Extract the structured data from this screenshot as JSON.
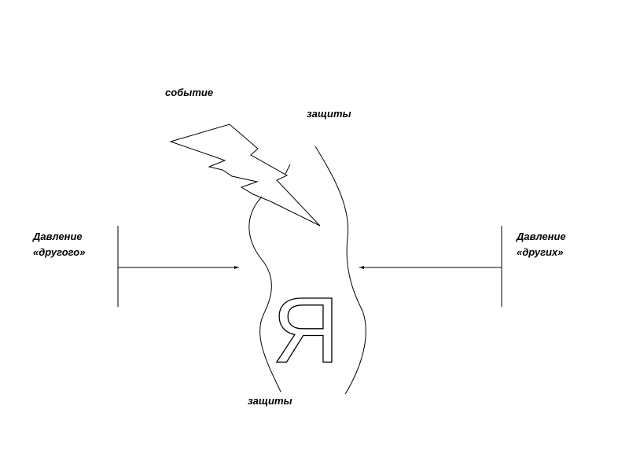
{
  "labels": {
    "event": "событие",
    "defenses_top": "защиты",
    "defenses_bottom": "защиты",
    "pressure_other_line1": "Давление",
    "pressure_other_line2": "«другого»",
    "pressure_others_line1": "Давление",
    "pressure_others_line2": "«других»",
    "self": "Я"
  },
  "colors": {
    "line": "#000000",
    "background": "#ffffff"
  }
}
